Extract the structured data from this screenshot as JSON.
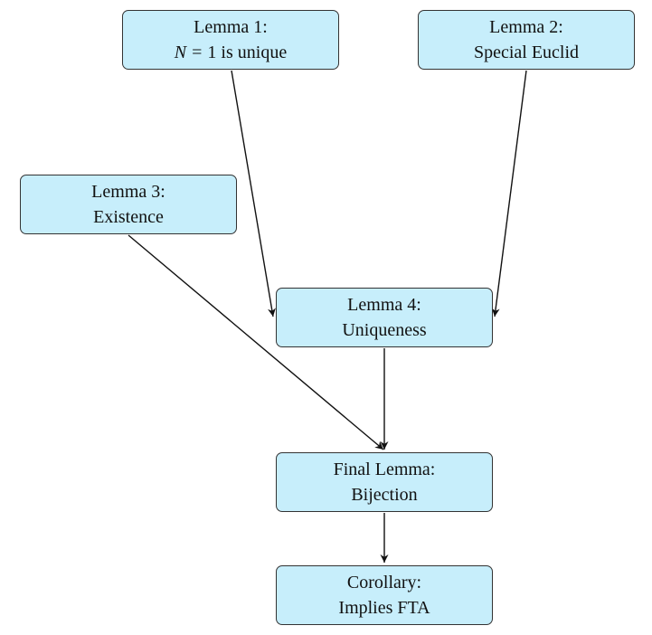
{
  "colors": {
    "node_fill": "#c7eefb",
    "node_border": "#333333",
    "edge": "#111111",
    "text": "#111111"
  },
  "nodes": [
    {
      "id": "lemma1",
      "title": "Lemma 1:",
      "subtitle_math_var": "N",
      "subtitle_math_op": "=",
      "subtitle_math_val": "1",
      "subtitle_rest": "is unique"
    },
    {
      "id": "lemma2",
      "title": "Lemma 2:",
      "subtitle": "Special Euclid"
    },
    {
      "id": "lemma3",
      "title": "Lemma 3:",
      "subtitle": "Existence"
    },
    {
      "id": "lemma4",
      "title": "Lemma 4:",
      "subtitle": "Uniqueness"
    },
    {
      "id": "final",
      "title": "Final Lemma:",
      "subtitle": "Bijection"
    },
    {
      "id": "corollary",
      "title": "Corollary:",
      "subtitle": "Implies FTA"
    }
  ],
  "edges": [
    {
      "from": "lemma1",
      "to": "lemma4"
    },
    {
      "from": "lemma2",
      "to": "lemma4"
    },
    {
      "from": "lemma3",
      "to": "final"
    },
    {
      "from": "lemma4",
      "to": "final"
    },
    {
      "from": "final",
      "to": "corollary"
    }
  ]
}
